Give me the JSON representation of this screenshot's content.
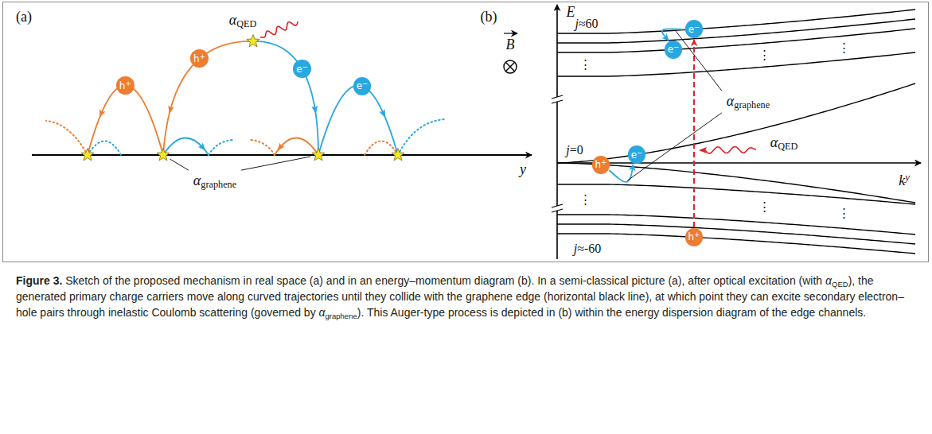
{
  "diagram": {
    "caption": "Figure 3. Sketch of the proposed mechanism in real space (a) and in an energy–momentum diagram (b). In a semi-classical picture (a), after optical excitation (with αQED), the generated primary charge carriers move along curved trajectories until they collide with the graphene edge (horizontal black line), at which point they can excite secondary electron–hole pairs through inelastic Coulomb scattering (governed by αgraphene). This Auger-type process is depicted in (b) within the energy dispersion diagram of the edge channels.",
    "nodes": [
      {
        "text": [
          "h+"
        ]
      },
      {
        "text": [
          "h+"
        ]
      },
      {
        "text": [
          "e−"
        ]
      },
      {
        "text": [
          "e−"
        ]
      },
      {
        "text": [
          "e−"
        ]
      },
      {
        "text": [
          "e−"
        ]
      },
      {
        "text": [
          "e−"
        ]
      },
      {
        "text": [
          "h+"
        ]
      },
      {
        "text": [
          "h+"
        ]
      }
    ],
    "edges": [
      {
        "from": 7,
        "to": 6,
        "arrow": "to"
      },
      {
        "from": 4,
        "to": 5,
        "arrow": "to"
      },
      {
        "from": 8,
        "to": 4,
        "arrow": "to"
      }
    ],
    "labels": [
      "(a)",
      "αQED",
      "αgraphene",
      "B",
      "y",
      "(b)",
      "E",
      "ky",
      "j≈60",
      "⋮",
      "⋮",
      "⋮",
      "j=0",
      "αgraphene",
      "αQED",
      "⋮",
      "⋮",
      "⋮",
      "j≈-60"
    ]
  }
}
